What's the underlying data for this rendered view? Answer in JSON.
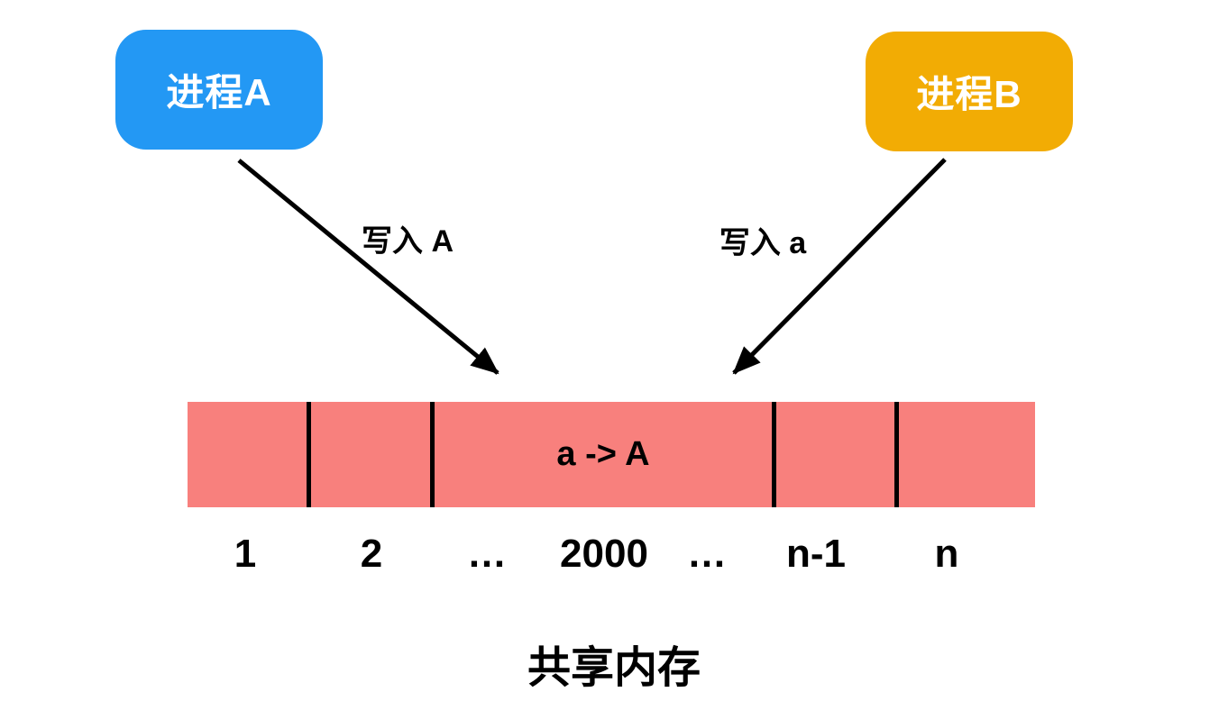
{
  "diagram": {
    "process_a": {
      "label": "进程A",
      "color": "#2398F4"
    },
    "process_b": {
      "label": "进程B",
      "color": "#F2AC04"
    },
    "arrow_a_label": "写入 A",
    "arrow_b_label": "写入 a",
    "memory": {
      "bar_color": "#F8807D",
      "divider_color": "#000000",
      "cell_value": "a -> A",
      "index_labels": [
        "1",
        "2",
        "…",
        "2000",
        "…",
        "n-1",
        "n"
      ],
      "title": "共享内存"
    }
  }
}
